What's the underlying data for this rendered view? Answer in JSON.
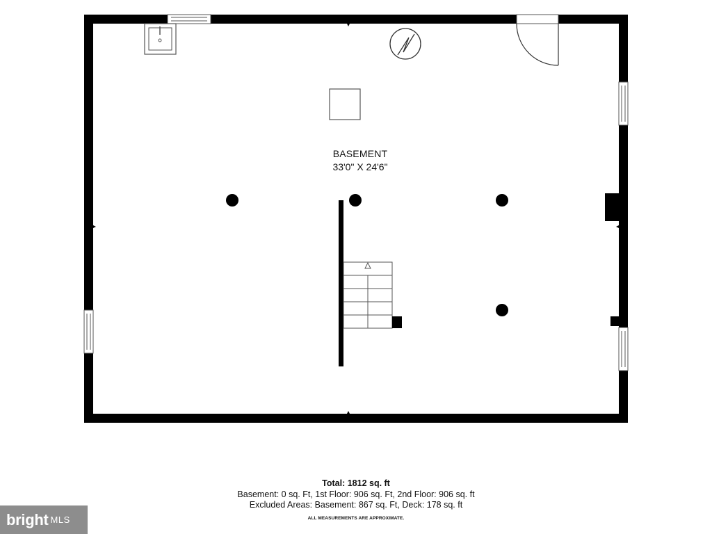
{
  "room": {
    "name": "BASEMENT",
    "dimensions": "33'0\" X 24'6\""
  },
  "summary": {
    "total": "Total: 1812 sq. ft",
    "floors": "Basement: 0 sq. Ft, 1st Floor: 906 sq. Ft, 2nd Floor: 906 sq. ft",
    "excluded": "Excluded Areas: Basement: 867 sq. Ft, Deck: 178 sq. ft",
    "disclaimer": "ALL MEASUREMENTS ARE APPROXIMATE."
  },
  "logo": {
    "word": "bright",
    "suffix": "MLS"
  },
  "colors": {
    "wall": "#000000",
    "fixture": "#555555",
    "logo_bg": "#8d8d8d"
  }
}
